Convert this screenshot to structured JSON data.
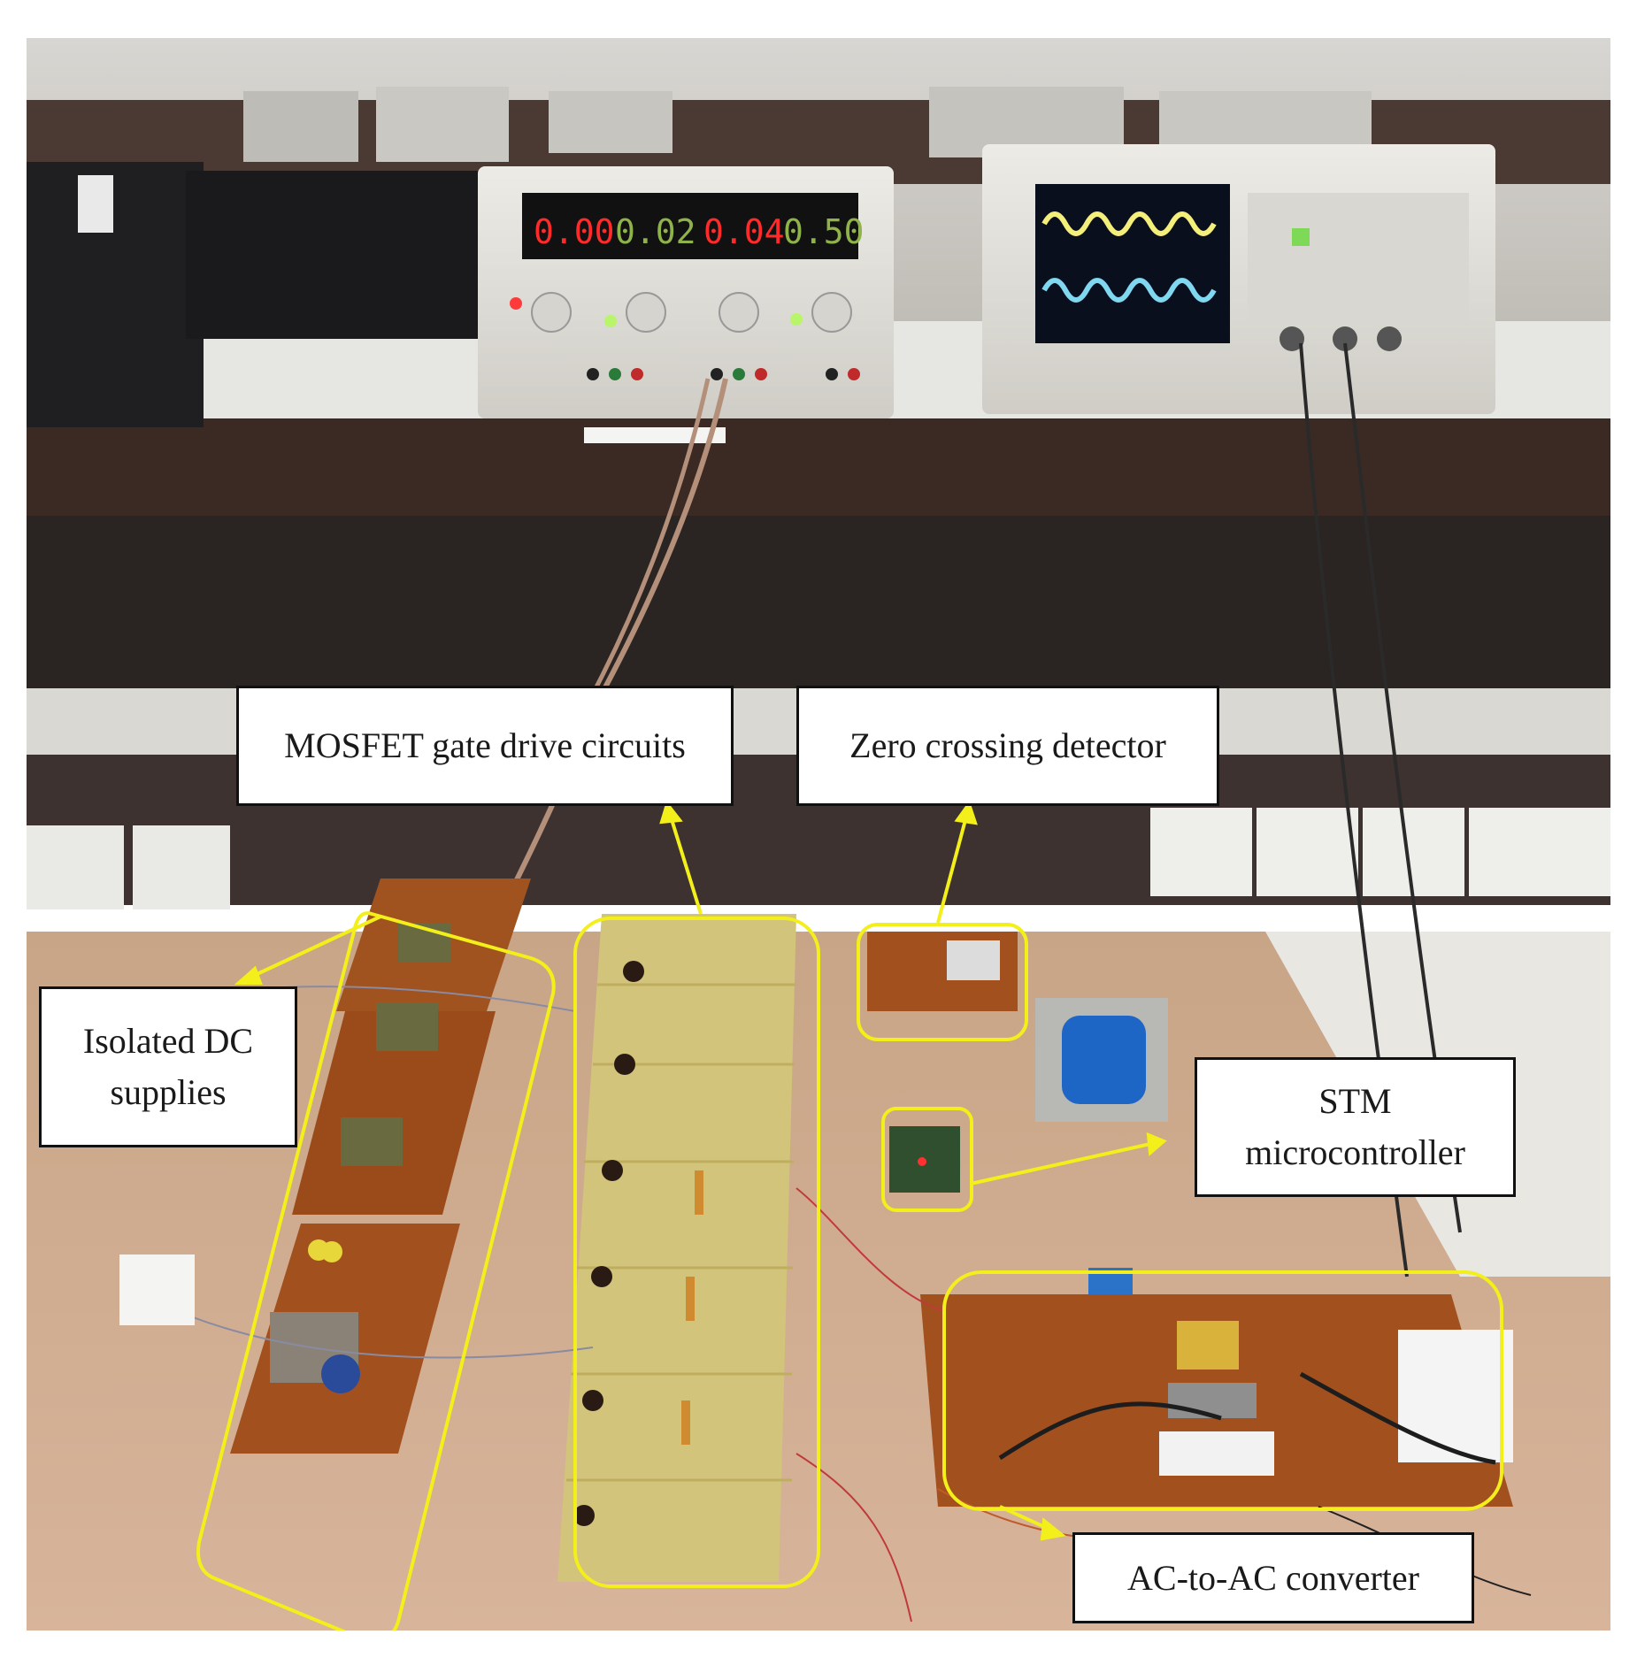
{
  "labels": {
    "mosfet": "MOSFET gate drive circuits",
    "zero_crossing": "Zero crossing detector",
    "isolated_dc_line1": "Isolated DC",
    "isolated_dc_line2": "supplies",
    "stm_line1": "STM",
    "stm_line2": "microcontroller",
    "ac_ac": "AC-to-AC converter"
  },
  "psu_display": {
    "ch1_voltage": "0.00",
    "ch1_current": "0.02",
    "ch2_voltage": "0.04",
    "ch2_current": "0.50"
  },
  "colors": {
    "highlight": "#f2ef1a",
    "label_border": "#111111",
    "board_brown": "#a2501e",
    "board_yellow": "#d2c47a",
    "psu_red": "#ff2a2a",
    "psu_green": "#8fb34a",
    "scope_trace_yellow": "#f4ee7a",
    "scope_trace_cyan": "#7fd7f0"
  }
}
